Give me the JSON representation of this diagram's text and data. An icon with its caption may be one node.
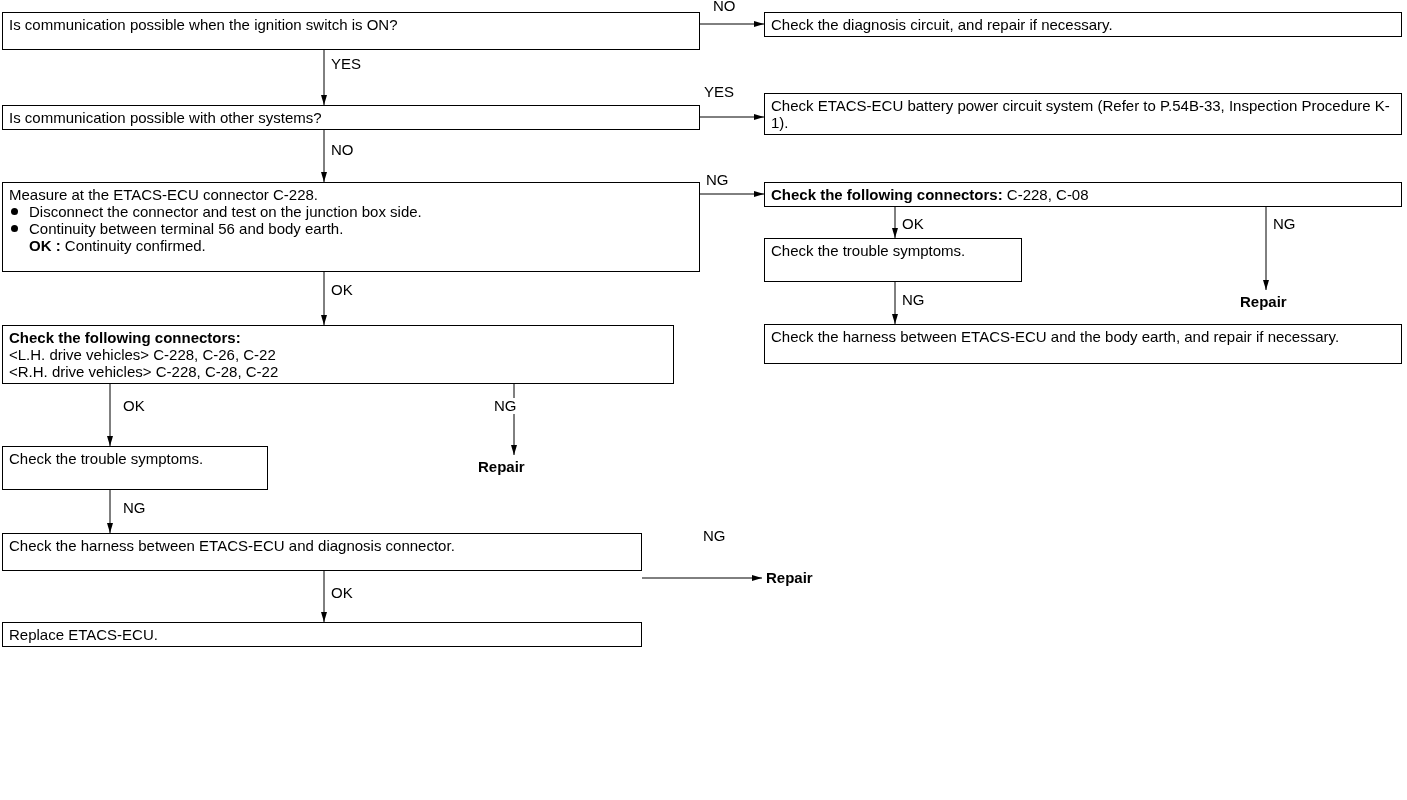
{
  "diagram": {
    "nodes": [
      {
        "text": [
          "Is communication possible when the ignition switch is ON?"
        ]
      },
      {
        "text": [
          "Check the diagnosis circuit, and repair if necessary."
        ]
      },
      {
        "text": [
          "Is communication possible with other systems?"
        ]
      },
      {
        "text": [
          "Check ETACS-ECU battery power circuit system (Refer to P.54B-33, Inspection Procedure K-1)."
        ]
      },
      {
        "text": [
          "Measure at the ETACS-ECU connector C-228.",
          "Disconnect the connector and test on the junction box side.",
          "Continuity between terminal 56 and body earth.",
          "**OK :** Continuity confirmed."
        ]
      },
      {
        "text": [
          "**Check the following connectors:** C-228, C-08"
        ]
      },
      {
        "text": [
          "Check the trouble symptoms."
        ]
      },
      {
        "text": [
          "Repair"
        ]
      },
      {
        "text": [
          "Check the harness between ETACS-ECU and the body earth, and repair if necessary."
        ]
      },
      {
        "text": [
          "Check the following connectors:",
          "<L.H. drive vehicles> C-228, C-26, C-22",
          "<R.H. drive vehicles> C-228, C-28, C-22"
        ]
      },
      {
        "text": [
          "Check the trouble symptoms."
        ]
      },
      {
        "text": [
          "Repair"
        ]
      },
      {
        "text": [
          "Check the harness between ETACS-ECU and diagnosis connector."
        ]
      },
      {
        "text": [
          "Repair"
        ]
      },
      {
        "text": [
          "Replace ETACS-ECU."
        ]
      }
    ],
    "edges": [
      {
        "from": 0,
        "to": 1,
        "arrow": "to",
        "label": "NO"
      },
      {
        "from": 0,
        "to": 2,
        "arrow": "to",
        "label": "YES"
      },
      {
        "from": 2,
        "to": 3,
        "arrow": "to",
        "label": "YES"
      },
      {
        "from": 2,
        "to": 4,
        "arrow": "to",
        "label": "NO"
      },
      {
        "from": 4,
        "to": 5,
        "arrow": "to",
        "label": "NG"
      },
      {
        "from": 4,
        "to": 9,
        "arrow": "to",
        "label": "OK"
      },
      {
        "from": 5,
        "to": 6,
        "arrow": "to",
        "label": "OK"
      },
      {
        "from": 5,
        "to": 7,
        "arrow": "to",
        "label": "NG"
      },
      {
        "from": 6,
        "to": 8,
        "arrow": "to",
        "label": "NG"
      },
      {
        "from": 9,
        "to": 10,
        "arrow": "to",
        "label": "OK"
      },
      {
        "from": 9,
        "to": 11,
        "arrow": "to",
        "label": "NG"
      },
      {
        "from": 10,
        "to": 12,
        "arrow": "to",
        "label": "NG"
      },
      {
        "from": 12,
        "to": 13,
        "arrow": "to",
        "label": "NG"
      },
      {
        "from": 12,
        "to": 14,
        "arrow": "to",
        "label": "OK"
      }
    ]
  }
}
